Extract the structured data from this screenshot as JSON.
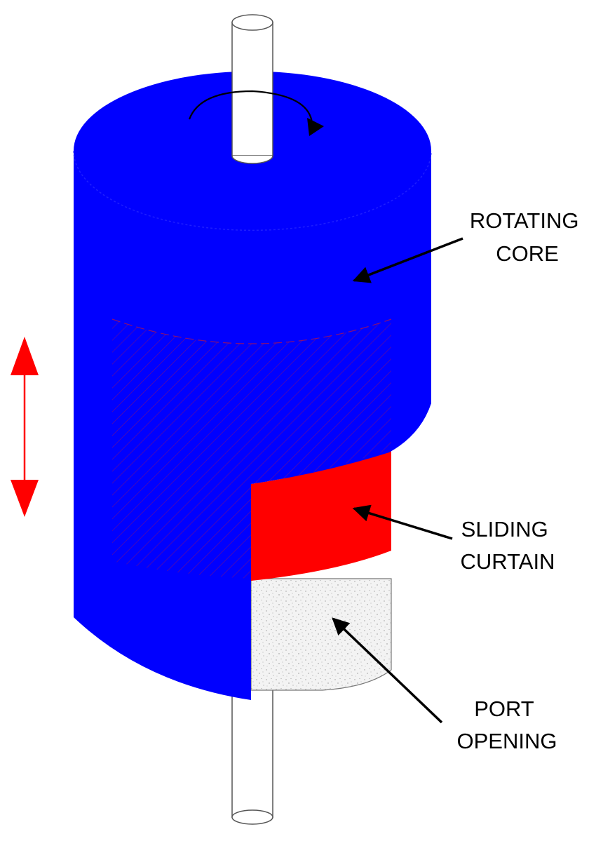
{
  "labels": {
    "rotating_core": [
      "ROTATING",
      "CORE"
    ],
    "sliding_curtain": [
      "SLIDING",
      "CURTAIN"
    ],
    "port_opening": [
      "PORT",
      "OPENING"
    ]
  },
  "colors": {
    "rotating_core": "#0000ff",
    "sliding_curtain": "#ff0000",
    "port_opening": "#f2f2f2",
    "shaft": "#ffffff",
    "motion_arrow": "#ff0000",
    "leader_arrow": "#000000"
  },
  "icons": {
    "rotation": "circular-arrow-icon",
    "translation": "double-headed-vertical-arrow-icon"
  }
}
